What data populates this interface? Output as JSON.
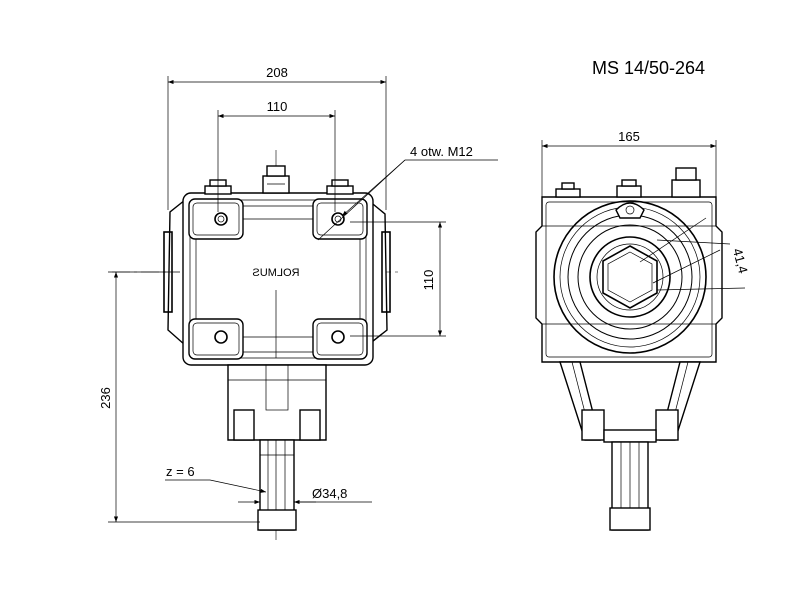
{
  "title": "MS 14/50-264",
  "dimensions": {
    "front_width": "208",
    "front_holes_spacing": "110",
    "holes_note": "4 otw. M12",
    "front_height_holes": "110",
    "total_height": "236",
    "spline_count": "z = 6",
    "shaft_diameter": "Ø34,8",
    "side_width": "165",
    "hex_size": "41,4"
  },
  "brand_mark": "ROLMUS"
}
